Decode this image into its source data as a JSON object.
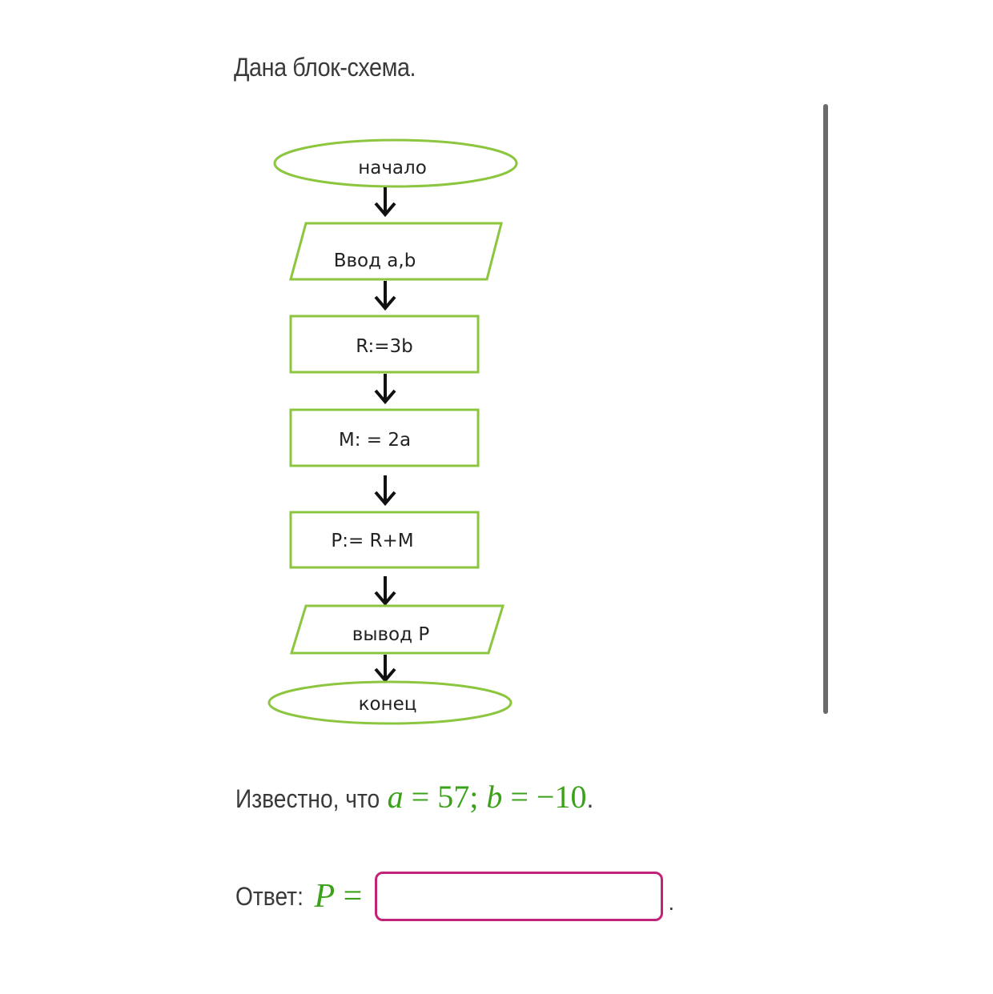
{
  "intro_text": "Дана блок-схема.",
  "flowchart": {
    "start": "начало",
    "input": "Ввод a,b",
    "step_r": "R:=3b",
    "step_m": "M: = 2a",
    "step_p": "P:= R+M",
    "output": "вывод P",
    "end": "конец"
  },
  "known": {
    "prefix": "Известно, что",
    "a_var": "a",
    "a_eq": " = 57; ",
    "b_var": "b",
    "b_eq": " = −10",
    "suffix": "."
  },
  "answer": {
    "label": "Ответ:",
    "var": "P",
    "eq": " =",
    "value": "",
    "suffix": "."
  },
  "colors": {
    "shape_stroke": "#8cc63f",
    "math": "#3aa118",
    "input_border": "#c2237a",
    "text": "#3a3a3a"
  }
}
